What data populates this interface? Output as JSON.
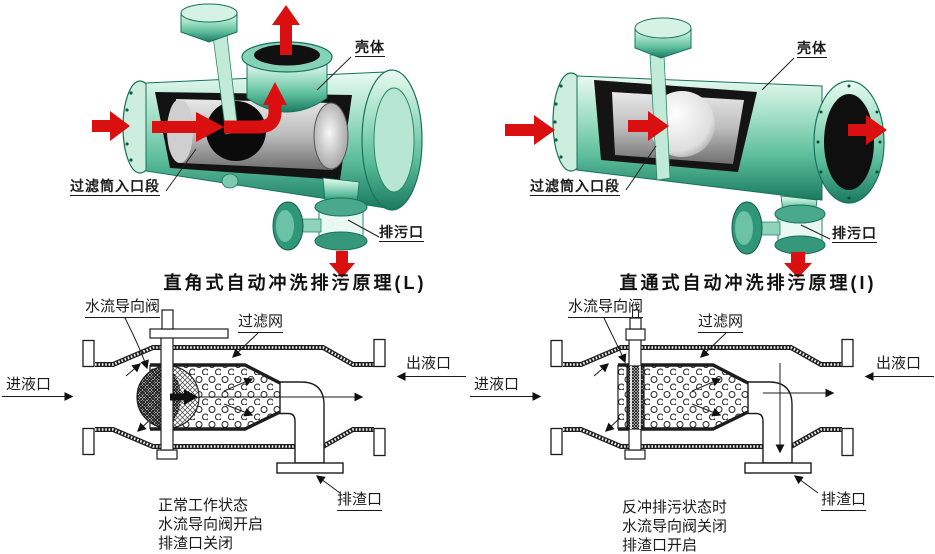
{
  "colors": {
    "device_green_light": "#d6f2e4",
    "device_green_mid": "#7fceb2",
    "device_green_dark": "#1b7a5e",
    "arrow_red": "#da0f0f",
    "line_black": "#1d1d1d",
    "background": "#ffffff"
  },
  "top_left": {
    "caption": "直角式自动冲洗排污原理(L)",
    "label_housing": "壳体",
    "label_filter_inlet": "过滤筒入口段",
    "label_drain": "排污口"
  },
  "top_right": {
    "caption": "直通式自动冲洗排污原理(I)",
    "label_housing": "壳体",
    "label_filter_inlet": "过滤筒入口段",
    "label_drain": "排污口"
  },
  "bottom_left": {
    "label_flow_valve": "水流导向阀",
    "label_filter_mesh": "过滤网",
    "label_inlet": "进液口",
    "label_outlet": "出液口",
    "label_slag": "排渣口",
    "caption_line1": "正常工作状态",
    "caption_line2": "水流导向阀开启",
    "caption_line3": "排渣口关闭"
  },
  "bottom_right": {
    "label_flow_valve": "水流导向阀",
    "label_filter_mesh": "过滤网",
    "label_inlet": "进液口",
    "label_outlet": "出液口",
    "label_slag": "排渣口",
    "caption_line1": "反冲排污状态时",
    "caption_line2": "水流导向阀关闭",
    "caption_line3": "排渣口开启"
  }
}
